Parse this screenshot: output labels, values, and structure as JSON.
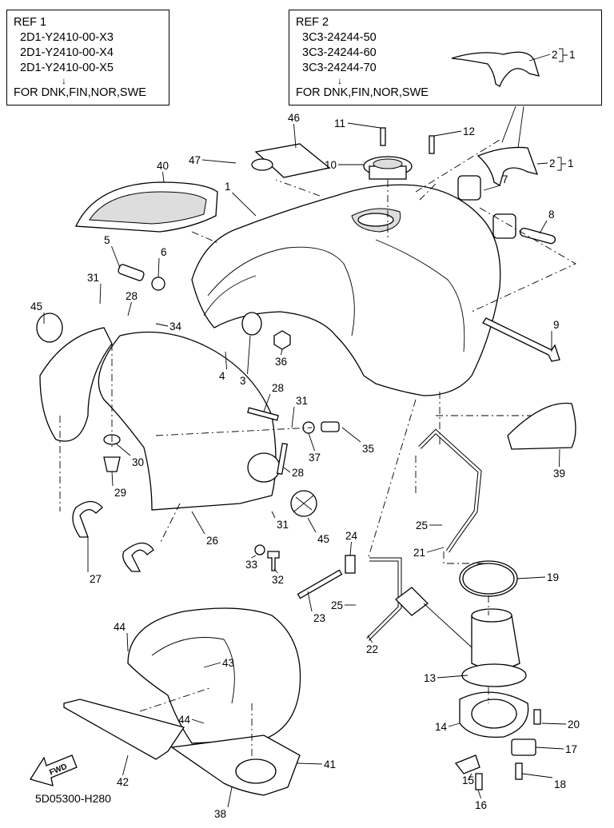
{
  "ref1": {
    "title": "REF 1",
    "part_numbers": [
      "2D1-Y2410-00-X3",
      "2D1-Y2410-00-X4",
      "2D1-Y2410-00-X5"
    ],
    "arrow": "↓",
    "note": "FOR DNK,FIN,NOR,SWE"
  },
  "ref2": {
    "title": "REF 2",
    "part_numbers": [
      "3C3-24244-50",
      "3C3-24244-60",
      "3C3-24244-70"
    ],
    "arrow": "↓",
    "note": "FOR DNK,FIN,NOR,SWE",
    "callout": "2",
    "callout_ref": "1"
  },
  "callouts": [
    "46",
    "47",
    "40",
    "1",
    "11",
    "12",
    "10",
    "2",
    "1",
    "7",
    "8",
    "5",
    "6",
    "31",
    "28",
    "34",
    "45",
    "4",
    "3",
    "36",
    "9",
    "28",
    "31",
    "35",
    "37",
    "28",
    "30",
    "29",
    "39",
    "31",
    "45",
    "26",
    "25",
    "21",
    "24",
    "33",
    "32",
    "27",
    "19",
    "23",
    "25",
    "22",
    "13",
    "44",
    "43",
    "44",
    "14",
    "20",
    "17",
    "15",
    "16",
    "18",
    "41",
    "42",
    "38"
  ],
  "fwd_label": "FWD",
  "drawing_code": "5D05300-H280"
}
